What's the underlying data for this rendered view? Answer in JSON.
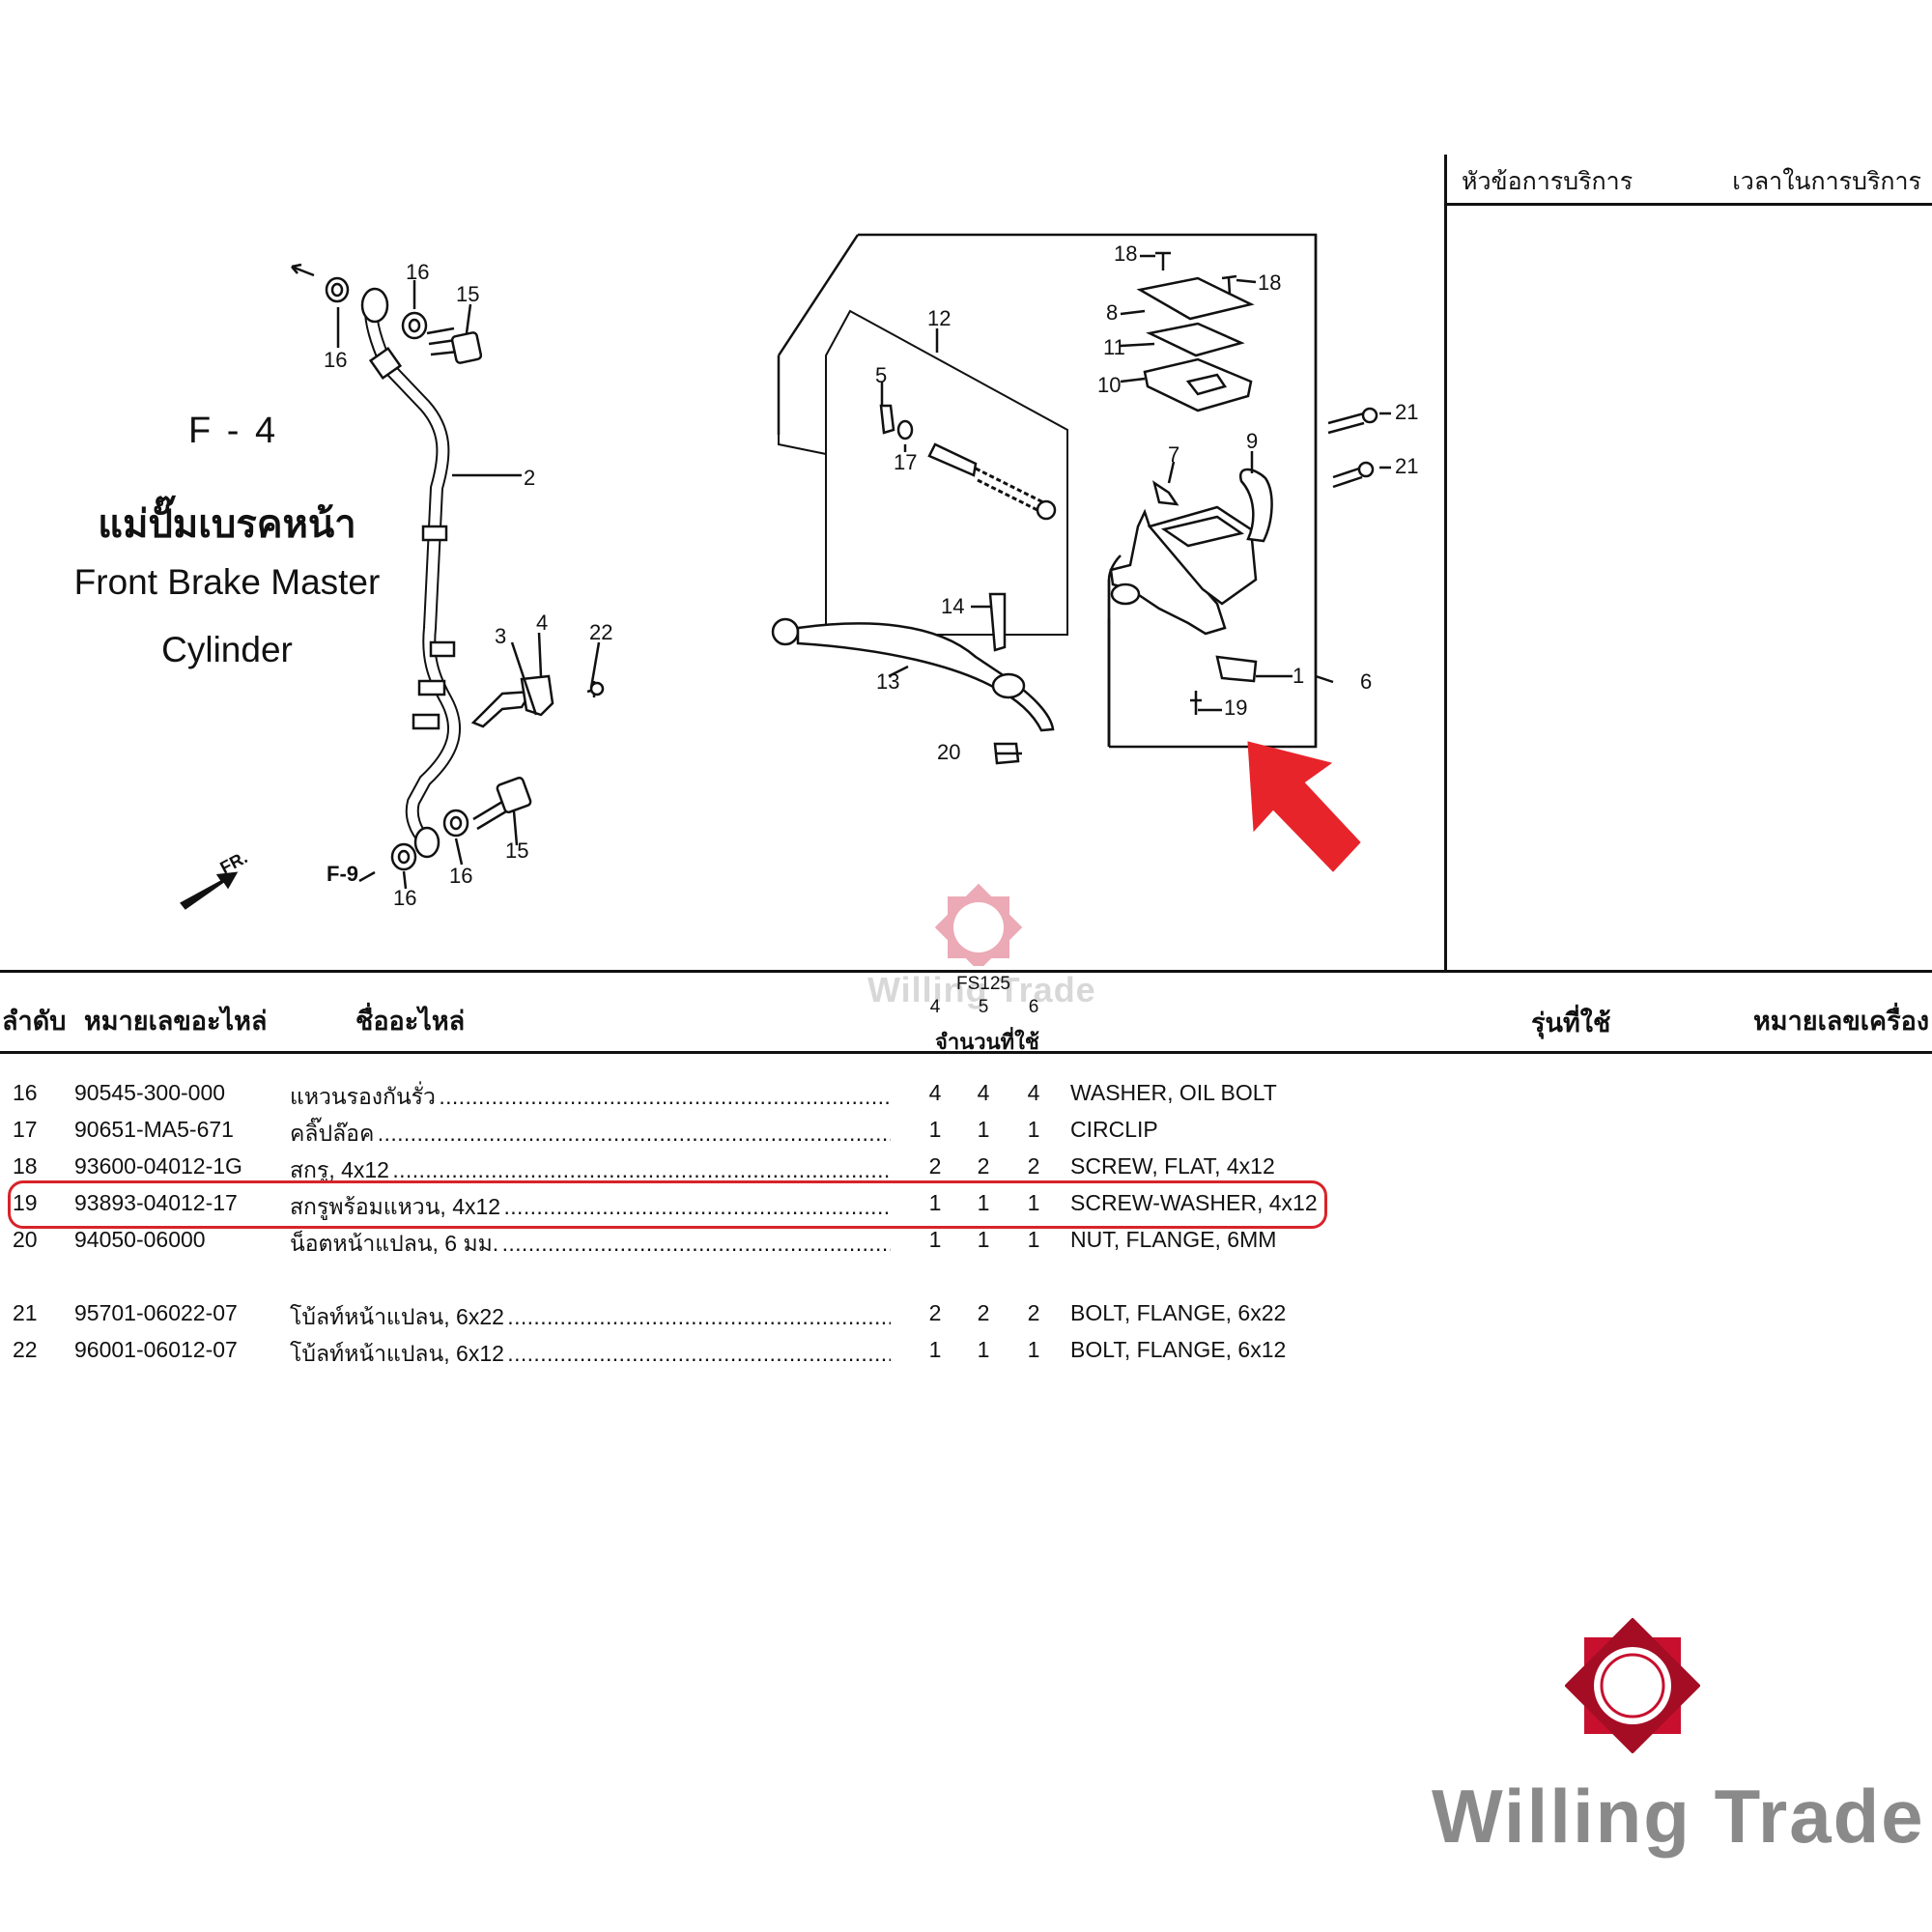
{
  "service_panel": {
    "topic_label": "หัวข้อการบริการ",
    "time_label": "เวลาในการบริการ"
  },
  "title": {
    "code": "F - 4",
    "thai": "แม่ปั๊มเบรคหน้า",
    "english_line1": "Front Brake Master",
    "english_line2": "Cylinder"
  },
  "diagram": {
    "ref_labels": [
      "F-9",
      "FR."
    ],
    "callouts": [
      "1",
      "2",
      "3",
      "4",
      "5",
      "6",
      "7",
      "8",
      "9",
      "10",
      "11",
      "12",
      "13",
      "14",
      "15",
      "16",
      "17",
      "18",
      "19",
      "20",
      "21",
      "22"
    ],
    "arrow_color": "#e8242b"
  },
  "table": {
    "headers": {
      "no": "ลำดับ",
      "part_no": "หมายเลขอะไหล่",
      "name": "ชื่ออะไหล่",
      "model": "รุ่นที่ใช้",
      "frame": "หมายเลขเครื่อง",
      "model_name": "FS125",
      "col_a": "4",
      "col_b": "5",
      "col_c": "6",
      "qty": "จำนวนที่ใช้"
    },
    "rows": [
      {
        "no": "16",
        "part": "90545-300-000",
        "name": "แหวนรองกันรั่ว",
        "q1": "4",
        "q2": "4",
        "q3": "4",
        "en": "WASHER, OIL BOLT"
      },
      {
        "no": "17",
        "part": "90651-MA5-671",
        "name": "คลิ๊ปล๊อค",
        "q1": "1",
        "q2": "1",
        "q3": "1",
        "en": "CIRCLIP"
      },
      {
        "no": "18",
        "part": "93600-04012-1G",
        "name": "สกรู, 4x12",
        "q1": "2",
        "q2": "2",
        "q3": "2",
        "en": "SCREW, FLAT, 4x12"
      },
      {
        "no": "19",
        "part": "93893-04012-17",
        "name": "สกรูพร้อมแหวน, 4x12",
        "q1": "1",
        "q2": "1",
        "q3": "1",
        "en": "SCREW-WASHER, 4x12"
      },
      {
        "no": "20",
        "part": "94050-06000",
        "name": "น็อตหน้าแปลน, 6 มม.",
        "q1": "1",
        "q2": "1",
        "q3": "1",
        "en": "NUT, FLANGE, 6MM"
      },
      {
        "no": "21",
        "part": "95701-06022-07",
        "name": "โบ้ลท์หน้าแปลน, 6x22",
        "q1": "2",
        "q2": "2",
        "q3": "2",
        "en": "BOLT, FLANGE, 6x22"
      },
      {
        "no": "22",
        "part": "96001-06012-07",
        "name": "โบ้ลท์หน้าแปลน, 6x12",
        "q1": "1",
        "q2": "1",
        "q3": "1",
        "en": "BOLT, FLANGE, 6x12"
      }
    ],
    "highlight_color": "#d8232a"
  },
  "watermark": {
    "text": "Willing Trade",
    "brand_color": "#c8102e"
  }
}
